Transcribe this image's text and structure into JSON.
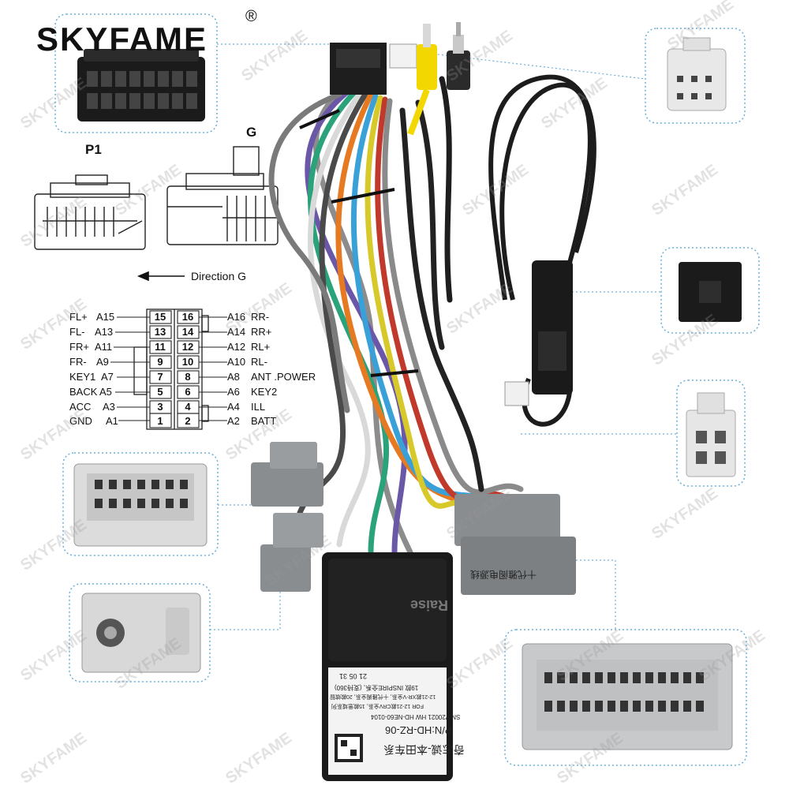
{
  "brand": {
    "name": "SKYFAME",
    "registered": "®"
  },
  "watermark": "SKYFAME",
  "diagram": {
    "p1_label": "P1",
    "g_label": "G",
    "direction": "Direction G",
    "pins_left": [
      {
        "signal": "FL+",
        "code": "A15",
        "num": "15"
      },
      {
        "signal": "FL-",
        "code": "A13",
        "num": "13"
      },
      {
        "signal": "FR+",
        "code": "A11",
        "num": "11"
      },
      {
        "signal": "FR-",
        "code": "A9",
        "num": "9"
      },
      {
        "signal": "KEY1",
        "code": "A7",
        "num": "7"
      },
      {
        "signal": "BACK",
        "code": "A5",
        "num": "5"
      },
      {
        "signal": "ACC",
        "code": "A3",
        "num": "3"
      },
      {
        "signal": "GND",
        "code": "A1",
        "num": "1"
      }
    ],
    "pins_right": [
      {
        "signal": "RR-",
        "code": "A16",
        "num": "16"
      },
      {
        "signal": "RR+",
        "code": "A14",
        "num": "14"
      },
      {
        "signal": "RL+",
        "code": "A12",
        "num": "12"
      },
      {
        "signal": "RL-",
        "code": "A10",
        "num": "10"
      },
      {
        "signal": "ANT .POWER",
        "code": "A8",
        "num": "8"
      },
      {
        "signal": "KEY2",
        "code": "A6",
        "num": "6"
      },
      {
        "signal": "ILL",
        "code": "A4",
        "num": "4"
      },
      {
        "signal": "BATT",
        "code": "A2",
        "num": "2"
      }
    ]
  },
  "box": {
    "logo": "Raise",
    "pn": "P/N:HD-RZ-06",
    "sn": "SN:V20021 HW HD-NE60-0104",
    "model": "奇志诚-本田车系",
    "text_lines": [
      "FOR 12-21款CRV全系, 15款思域系列",
      "12-21款XR-V全系, 十代雅阁全系, 20款缤智",
      "19款 INSPIRE全系, (支持360)",
      "21 05 31"
    ]
  },
  "cable_tag": "十代雅阁电源线",
  "colors": {
    "frame_border": "#6ab0d8",
    "connector_grey": "#8a8d90",
    "connector_light": "#e6e6e6",
    "box_black": "#1a1a1a",
    "rca_yellow": "#f2d800"
  }
}
